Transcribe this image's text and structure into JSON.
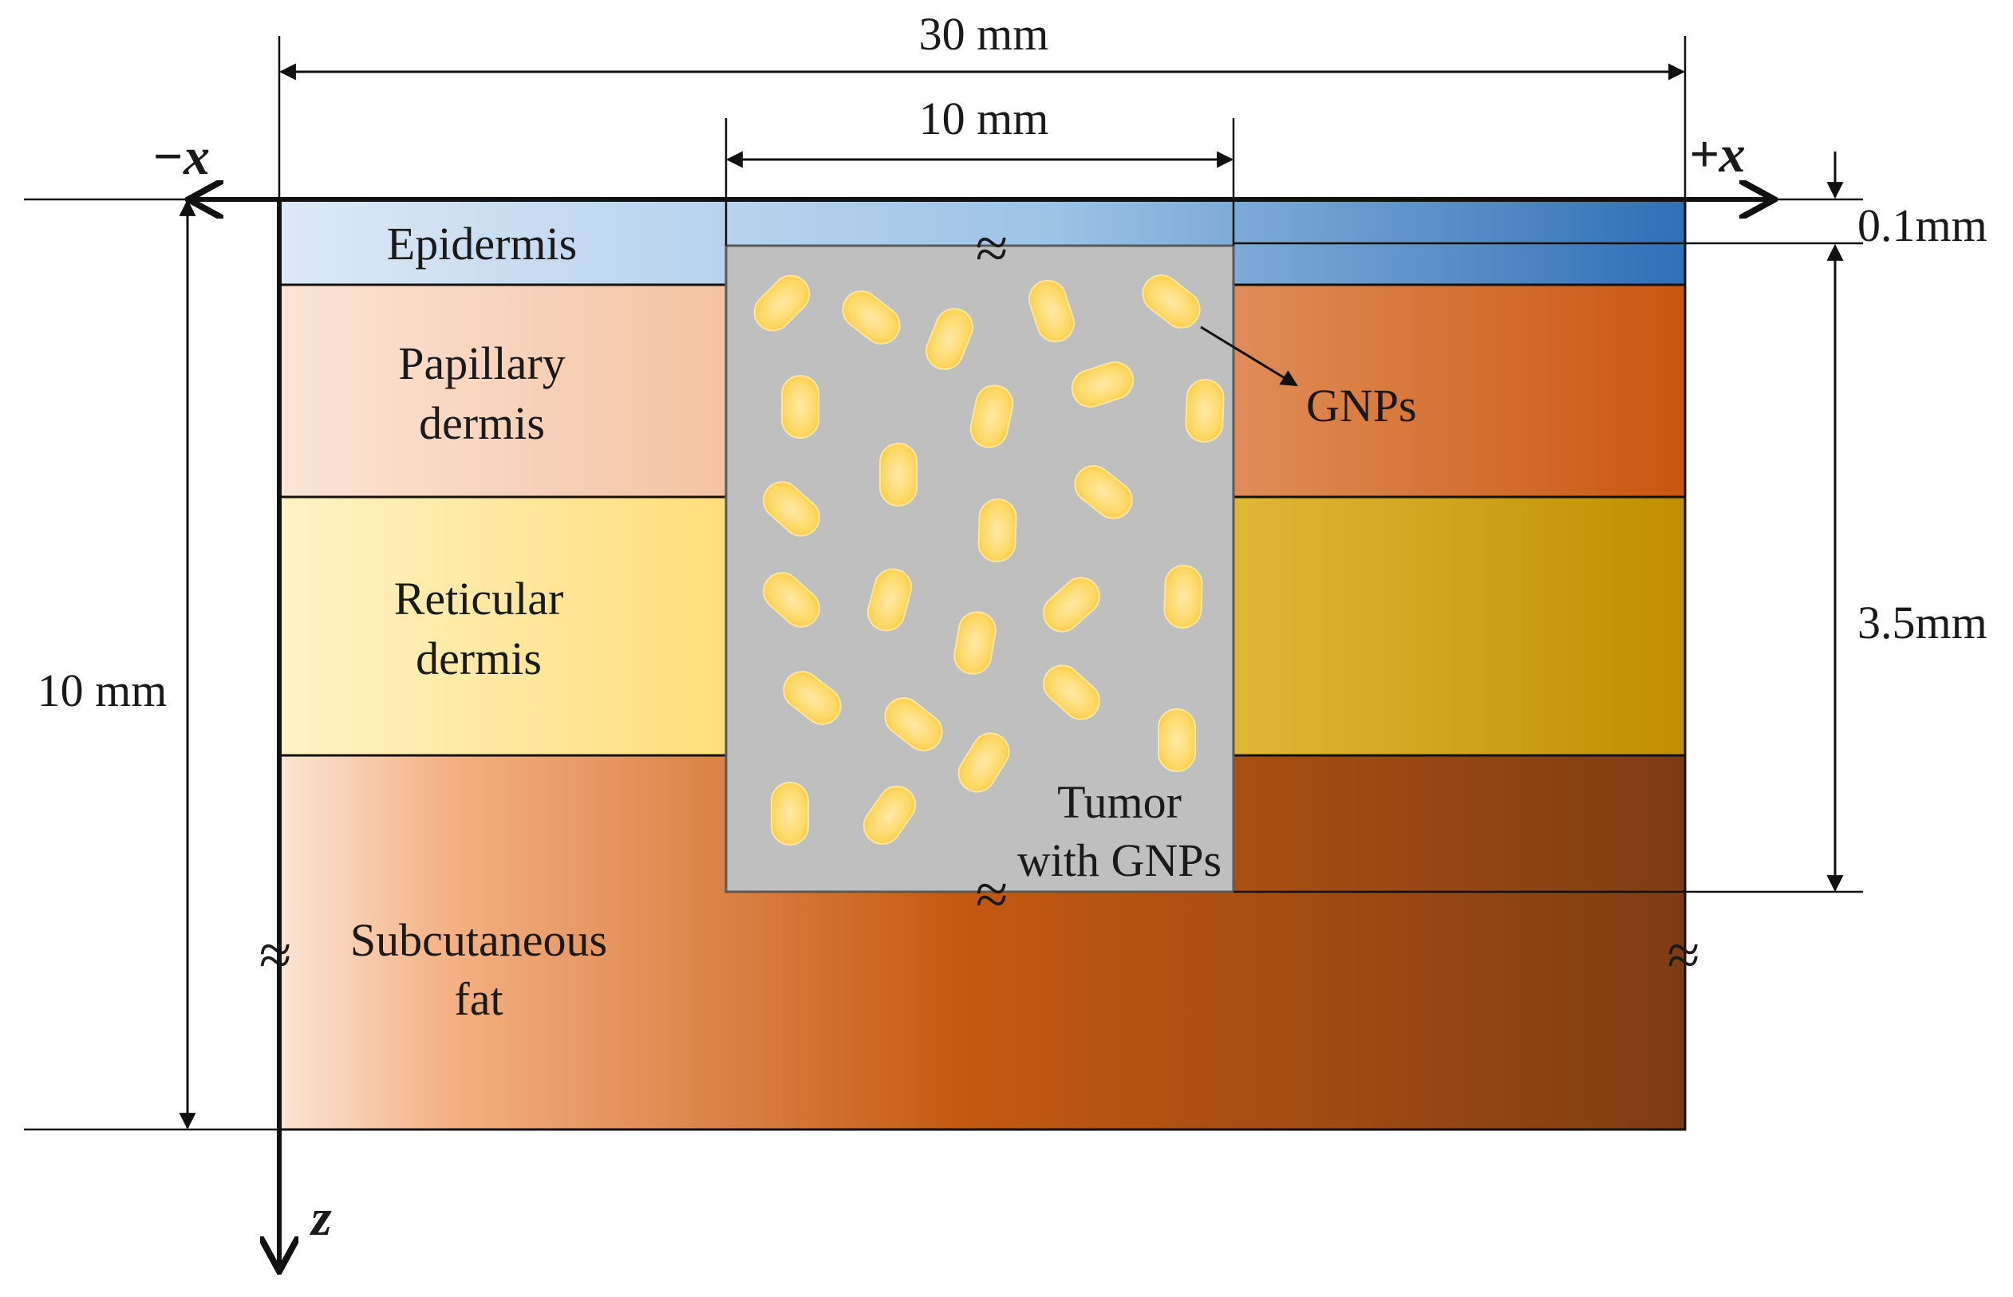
{
  "layers": {
    "epidermis": "Epidermis",
    "papillary_line1": "Papillary",
    "papillary_line2": "dermis",
    "reticular_line1": "Reticular",
    "reticular_line2": "dermis",
    "fat_line1": "Subcutaneous",
    "fat_line2": "fat"
  },
  "tumor": {
    "line1": "Tumor",
    "line2": "with GNPs"
  },
  "gnp_label": "GNPs",
  "dimensions": {
    "total_width": "30 mm",
    "tumor_width": "10 mm",
    "total_depth": "10 mm",
    "epidermis_thickness": "0.1mm",
    "tumor_depth": "3.5mm"
  },
  "axes": {
    "neg_x": "−x",
    "pos_x": "+x",
    "z": "z"
  },
  "break_symbol": "≈",
  "colors": {
    "epidermis": [
      "#dce9f6",
      "#2f6fb5"
    ],
    "papillary": [
      "#f8dccc",
      "#c9560f"
    ],
    "reticular": [
      "#fff0bd",
      "#c08f00"
    ],
    "fat": [
      "#fbe4d5",
      "#c55a11",
      "#7d3a12"
    ],
    "tumor": "#bfbfbf",
    "gnp": "#ffd966"
  }
}
